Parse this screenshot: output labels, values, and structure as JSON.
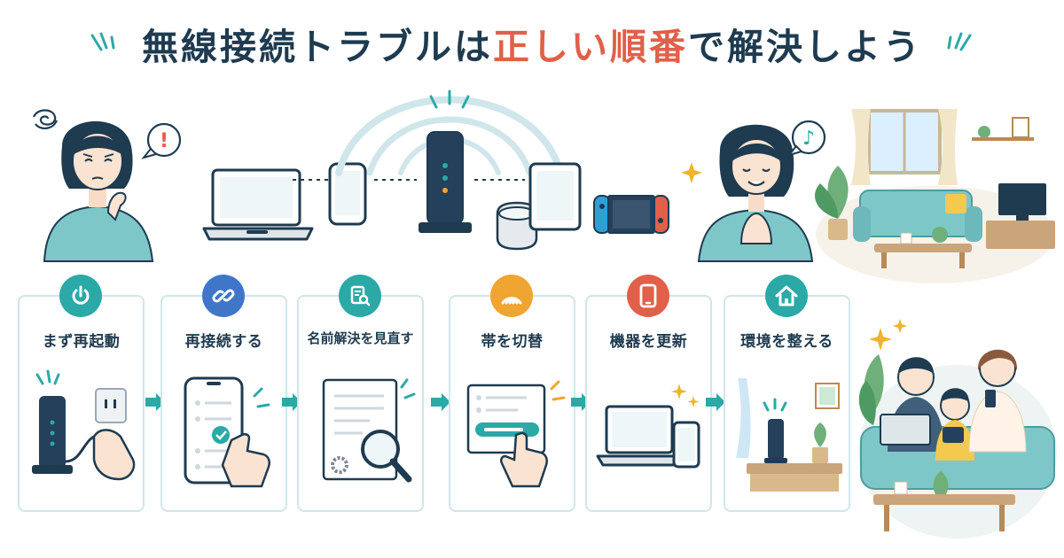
{
  "title": {
    "part1": "無線接続トラブルは",
    "part2": "正しい順番",
    "part3": "で解決しよう"
  },
  "colors": {
    "navy": "#1e3b50",
    "teal": "#2aa9a7",
    "red": "#e0604a",
    "orange": "#f0a431",
    "blue": "#3f76c8",
    "light_teal": "#cfe6ea"
  },
  "scene": {
    "worried_bubble": "!",
    "happy_bubble": "♪"
  },
  "steps": [
    {
      "label": "まず再起動",
      "icon": "power-icon",
      "badge_color": "#2aa9a7"
    },
    {
      "label": "再接続する",
      "icon": "link-icon",
      "badge_color": "#3f76c8"
    },
    {
      "label": "名前解決を見直す",
      "icon": "document-search-icon",
      "badge_color": "#2aa9a7"
    },
    {
      "label": "帯を切替",
      "icon": "wifi-band-icon",
      "badge_color": "#f0a431"
    },
    {
      "label": "機器を更新",
      "icon": "smartphone-icon",
      "badge_color": "#e0604a"
    },
    {
      "label": "環境を整える",
      "icon": "home-icon",
      "badge_color": "#2aa9a7"
    }
  ]
}
